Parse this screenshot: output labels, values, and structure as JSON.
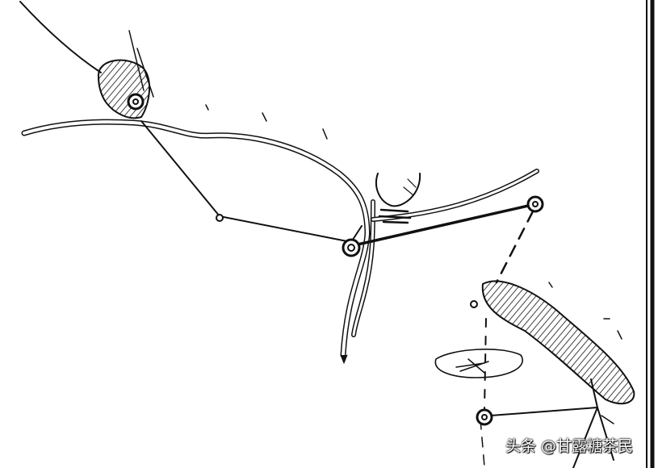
{
  "watermark": "头条 @甘露糖茶民",
  "colors": {
    "ink": "#111111",
    "paper": "#ffffff"
  },
  "icons": [
    "town-double-circle",
    "village-small-circle",
    "hatched-mountain",
    "road-double-line",
    "dashed-route"
  ]
}
